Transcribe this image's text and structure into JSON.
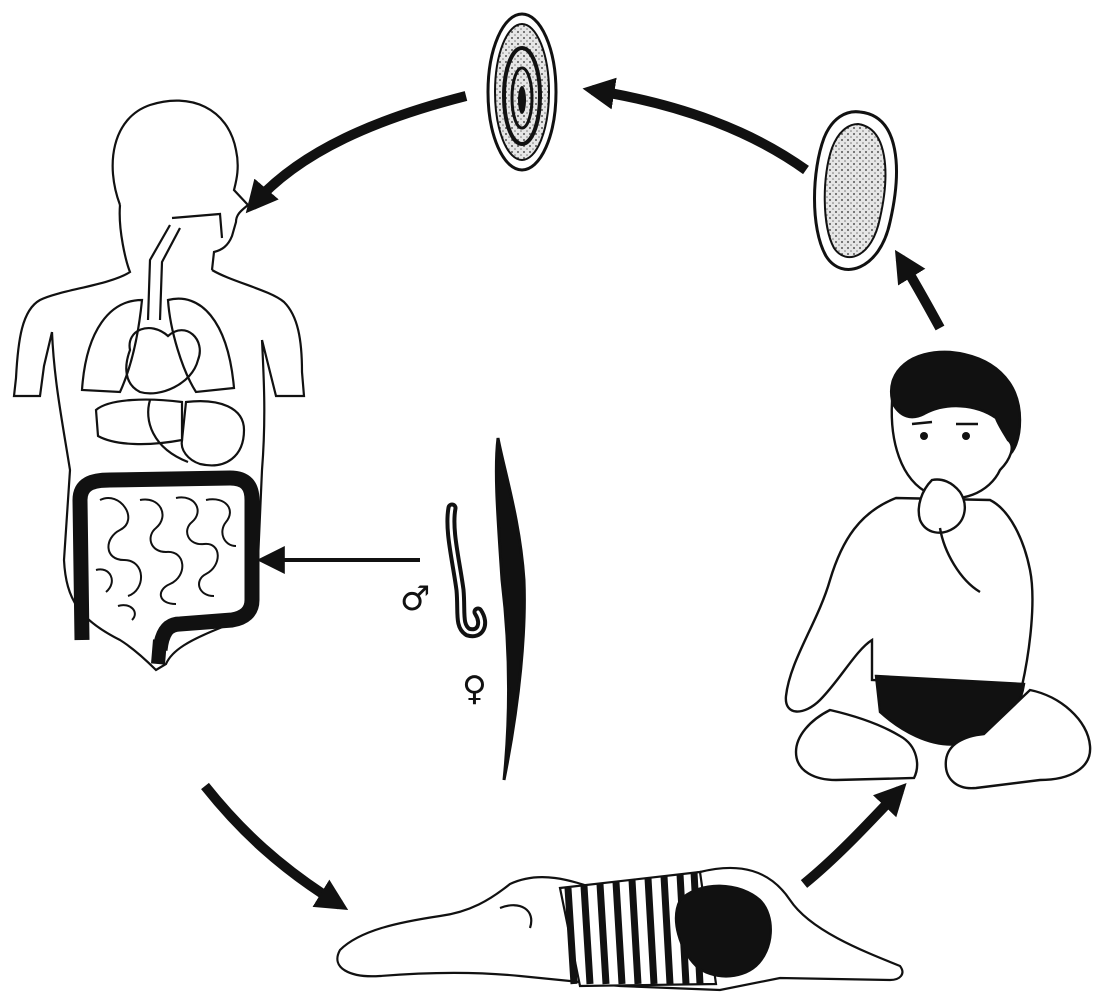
{
  "diagram": {
    "type": "life-cycle",
    "stages": [
      "host-body",
      "adult-worms",
      "person-lying-down",
      "child-hand-to-mouth",
      "egg-unembryonated",
      "egg-embryonated"
    ],
    "symbols": {
      "male": "♂",
      "female": "♀"
    },
    "colors": {
      "ink": "#111111",
      "egg_fill": "#bdbdbd",
      "background": "#ffffff"
    }
  }
}
